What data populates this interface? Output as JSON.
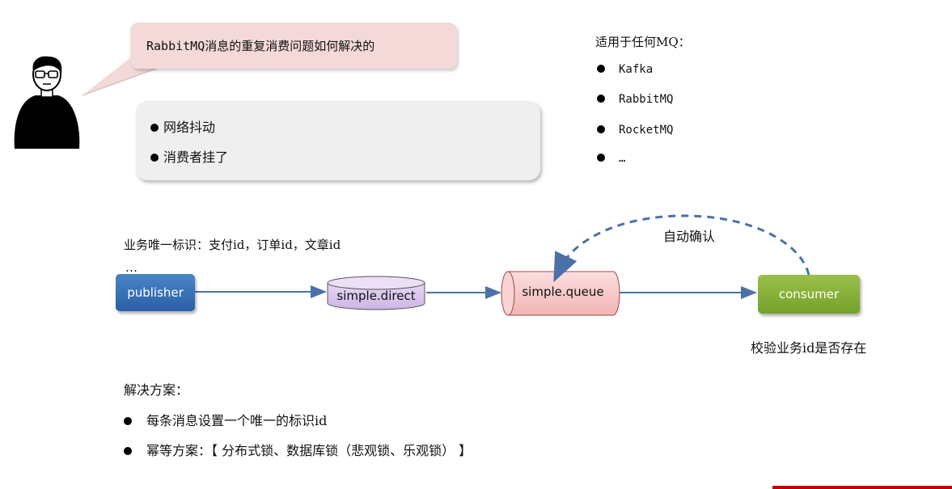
{
  "question": "RabbitMQ消息的重复消费问题如何解决的",
  "reasons": [
    "网络抖动",
    "消费者挂了"
  ],
  "mq": {
    "title": "适用于任何MQ：",
    "items": [
      "Kafka",
      "RabbitMQ",
      "RocketMQ",
      "…"
    ]
  },
  "flow": {
    "business_id_label": "业务唯一标识：支付id，订单id，文章id",
    "business_id_more": "…",
    "publisher": "publisher",
    "exchange": "simple.direct",
    "queue": "simple.queue",
    "consumer": "consumer",
    "auto_ack": "自动确认",
    "check": "校验业务id是否存在"
  },
  "solution": {
    "title": "解决方案：",
    "items": [
      "每条消息设置一个唯一的标识id",
      "幂等方案：【 分布式锁、数据库锁（悲观锁、乐观锁） 】"
    ]
  },
  "colors": {
    "bubble": "#f4d9d9",
    "publisher": "#2b5fa6",
    "consumer": "#73a12a",
    "exchange": "#d9c6ec",
    "queue": "#f7c6c6",
    "arrow": "#4a72a8",
    "accent_bar": "#c00000"
  }
}
